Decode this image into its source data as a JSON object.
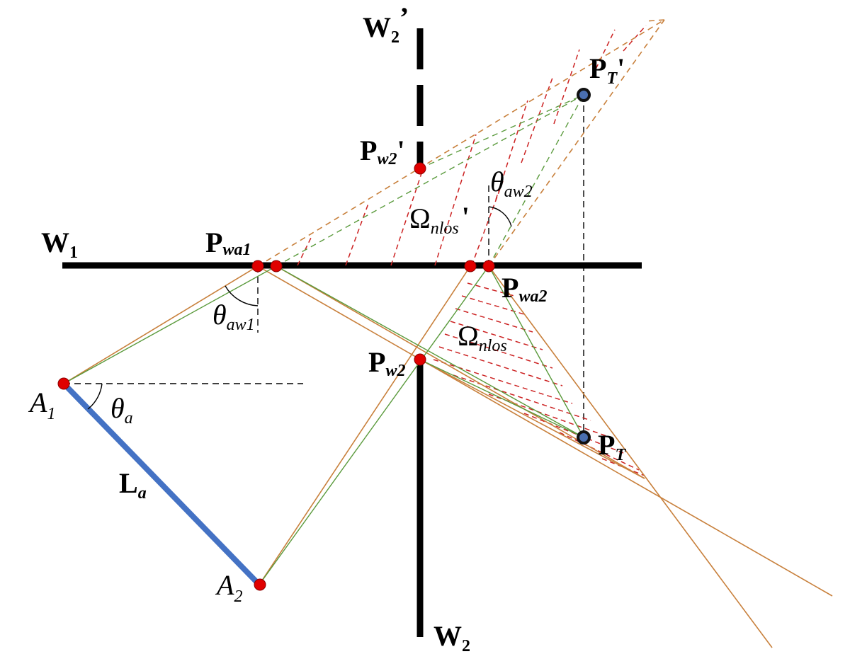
{
  "labels": {
    "w1": "W",
    "w1_sub": "1",
    "w2": "W",
    "w2_sub": "2",
    "w2p": "W",
    "w2p_sub": "2",
    "w2p_prime": "’",
    "pwa1": "P",
    "pwa1_sub": "wa1",
    "pwa2": "P",
    "pwa2_sub": "wa2",
    "pw2": "P",
    "pw2_sub": "w2",
    "pw2p": "P",
    "pw2p_sub": "w2",
    "pw2p_prime": "'",
    "pt": "P",
    "pt_sub": "T",
    "ptp": "P",
    "ptp_sub": "T",
    "ptp_prime": "'",
    "a1": "A",
    "a1_sub": "1",
    "a2": "A",
    "a2_sub": "2",
    "la": "L",
    "la_sub": "a",
    "theta_a": "θ",
    "theta_a_sub": "a",
    "theta_aw1": "θ",
    "theta_aw1_sub": "aw1",
    "theta_aw2": "θ",
    "theta_aw2_sub": "aw2",
    "omega_nlos": "Ω",
    "omega_nlos_sub": "nlos",
    "omega_nlos_p": "Ω",
    "omega_nlos_p_sub": "nlos",
    "omega_nlos_p_prime": "'"
  },
  "colors": {
    "wall": "#000000",
    "antenna": "#4472c4",
    "ray_orange": "#c8803c",
    "ray_green": "#5a9a3c",
    "hatch_red": "#cc2222",
    "point_red": "#e00000",
    "point_target": "#4a6fb0"
  }
}
